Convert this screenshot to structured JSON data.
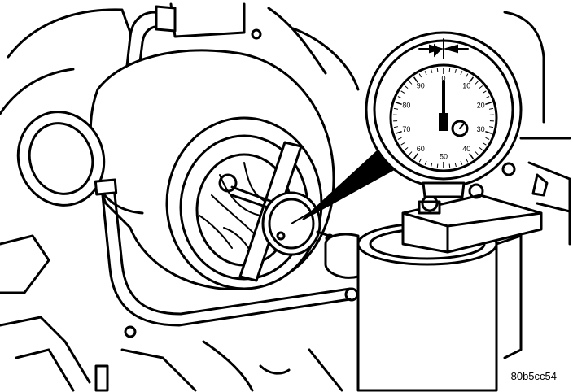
{
  "dial_numbers": [
    "0",
    "10",
    "20",
    "30",
    "40",
    "50",
    "60",
    "70",
    "80",
    "90"
  ],
  "figure_code": "80b5cc54"
}
